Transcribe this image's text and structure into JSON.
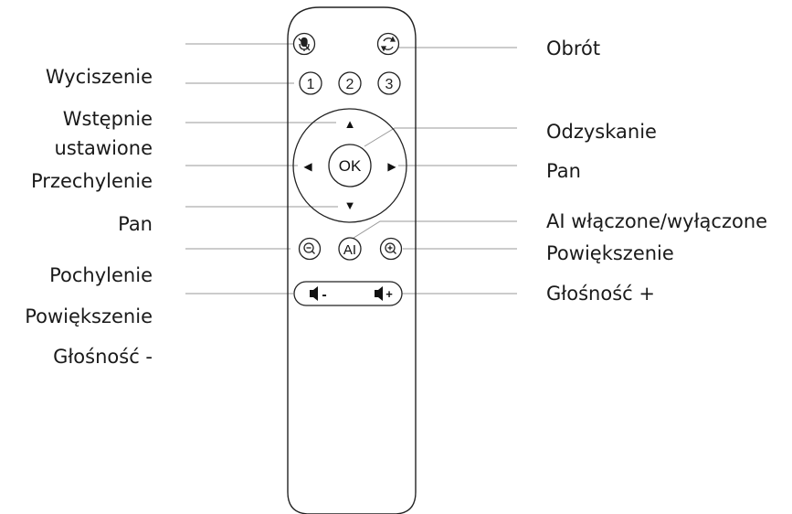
{
  "left_labels": [
    "Wyciszenie",
    "Wstępnie",
    "ustawione",
    "Przechylenie",
    "Pan",
    "Pochylenie",
    "Powiększenie",
    "Głośność -"
  ],
  "right_labels": [
    "Obrót",
    "Odzyskanie",
    "Pan",
    "AI włączone/wyłączone",
    "Powiększenie",
    "Głośność +"
  ],
  "remote": {
    "preset_buttons": [
      "1",
      "2",
      "3"
    ],
    "ok_label": "OK",
    "ai_label": "AI",
    "up_arrow": "▲",
    "down_arrow": "▼",
    "left_arrow": "◀",
    "right_arrow": "▶",
    "vol_minus": "-",
    "vol_plus": "+",
    "icons": {
      "mute": "mute-mic-icon",
      "rotate": "rotate-icon",
      "zoom_out": "zoom-out-icon",
      "zoom_in": "zoom-in-icon",
      "speaker": "speaker-icon"
    }
  },
  "colors": {
    "stroke": "#222222",
    "leader": "#9a9a9a",
    "text": "#1a1a1a"
  }
}
